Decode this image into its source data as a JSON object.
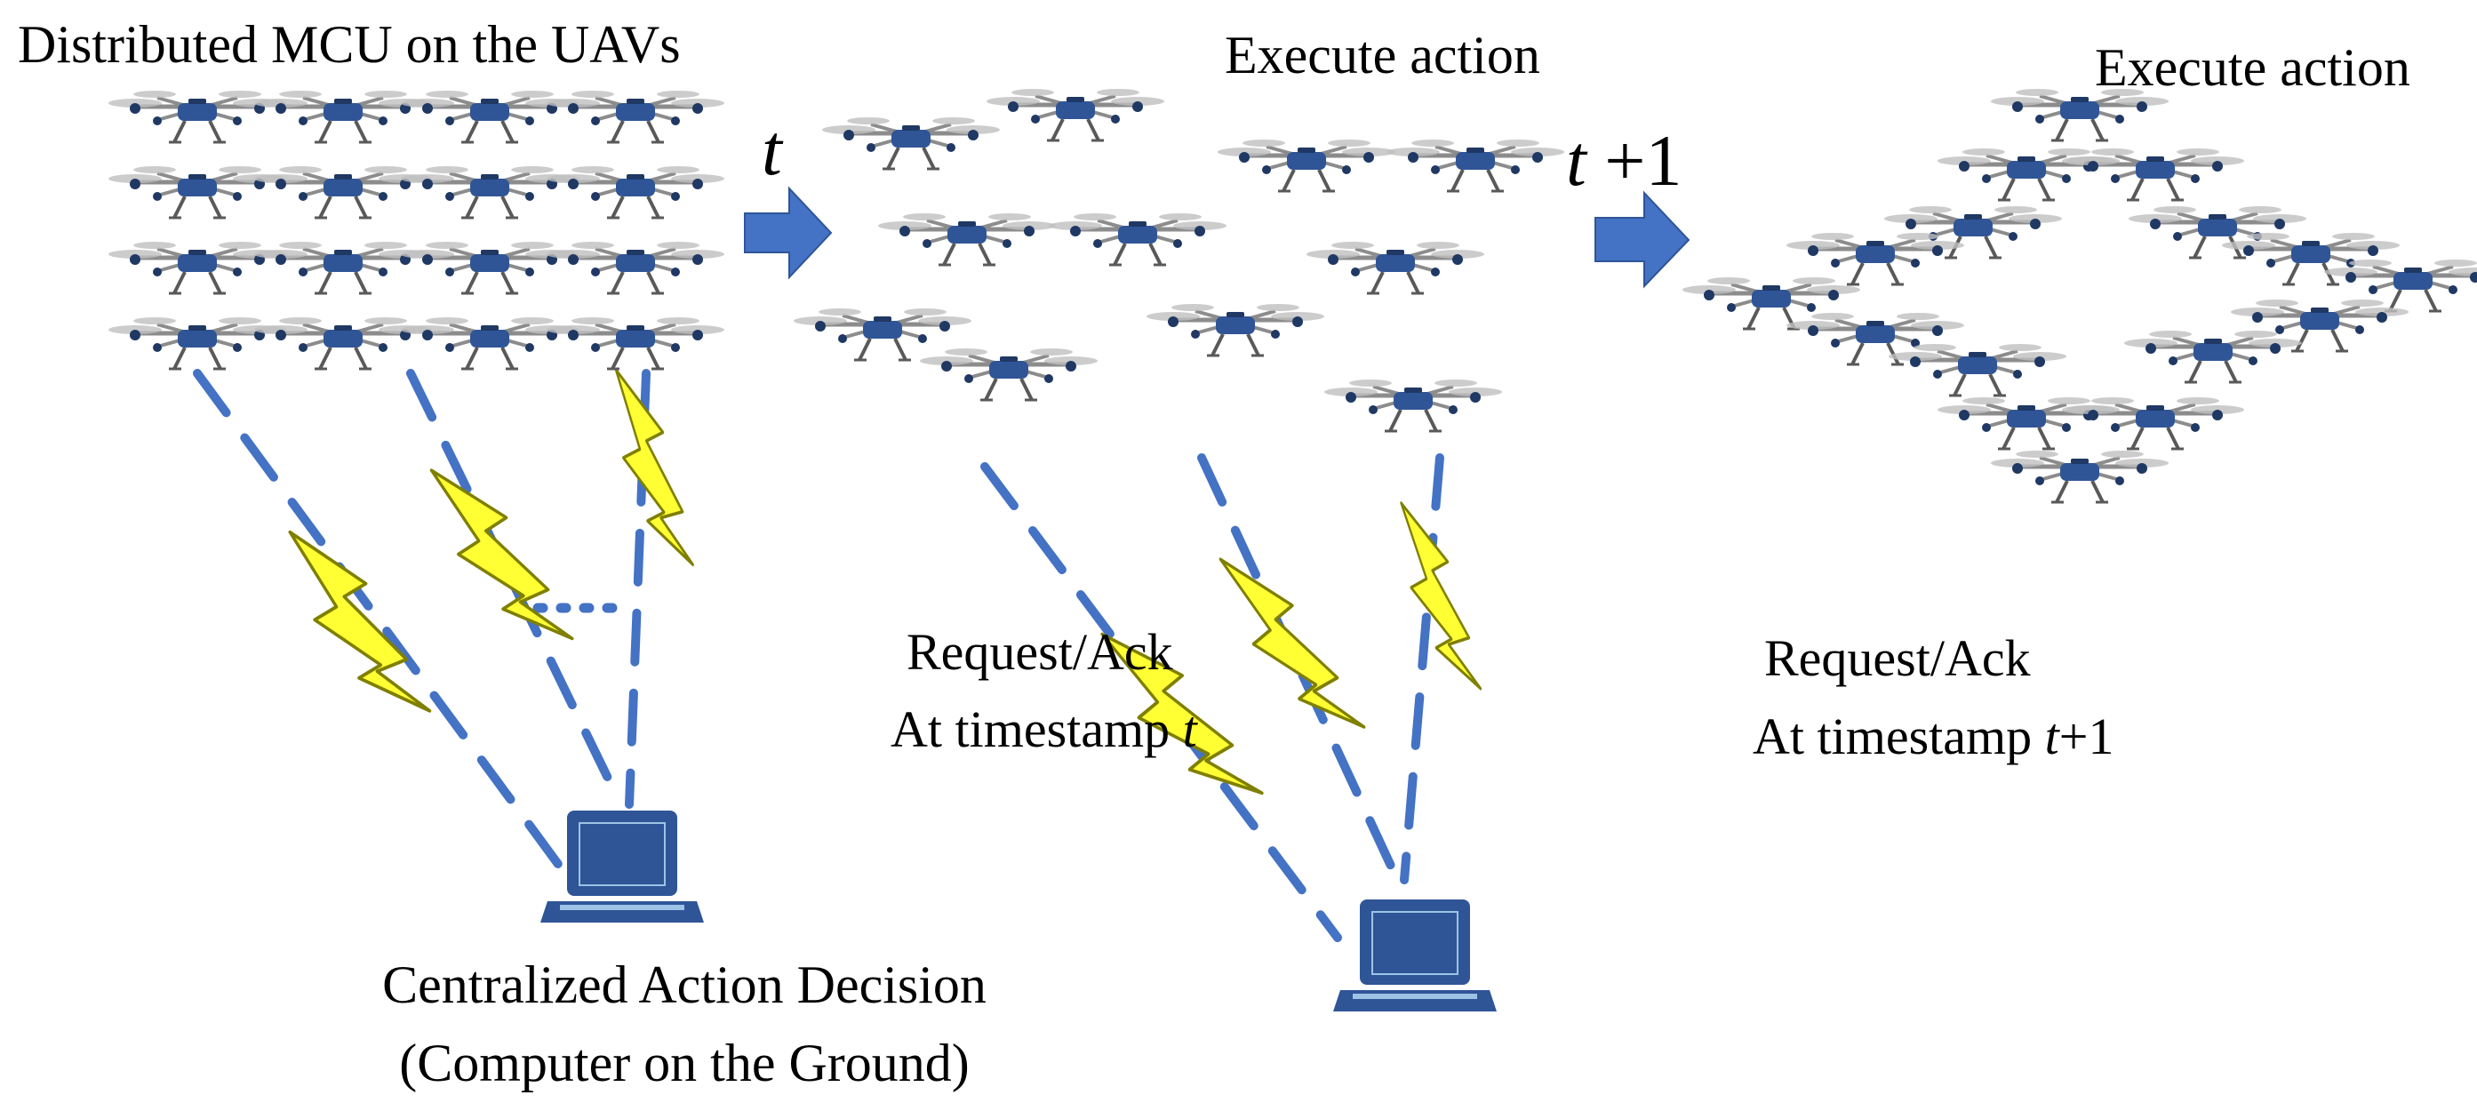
{
  "titles": {
    "distributed": "Distributed MCU on the UAVs",
    "execute_1": "Execute action",
    "execute_2": "Execute action"
  },
  "steps": {
    "t": "t",
    "t_plus_1_var": "t",
    "t_plus_1_rest": " +1"
  },
  "request_1": {
    "line1": "Request/Ack",
    "line2_prefix": "At timestamp ",
    "line2_var": "t",
    "line2_suffix": ""
  },
  "request_2": {
    "line1": "Request/Ack",
    "line2_prefix": "At timestamp ",
    "line2_var": "t",
    "line2_suffix": "+1"
  },
  "central": {
    "line1": "Centralized Action Decision",
    "line2": "(Computer on the Ground)"
  },
  "colors": {
    "link_blue": "#4472C4",
    "arrow_blue": "#4472C4",
    "lightning_fill": "#FFFF33",
    "lightning_stroke": "#7F7F00",
    "drone_body": "#2F5597",
    "drone_arm": "#8C8C8C",
    "laptop": "#2F5597"
  },
  "icons": {
    "drone": "drone-icon",
    "laptop": "laptop-icon",
    "lightning": "lightning-icon",
    "arrow": "right-arrow-icon"
  }
}
